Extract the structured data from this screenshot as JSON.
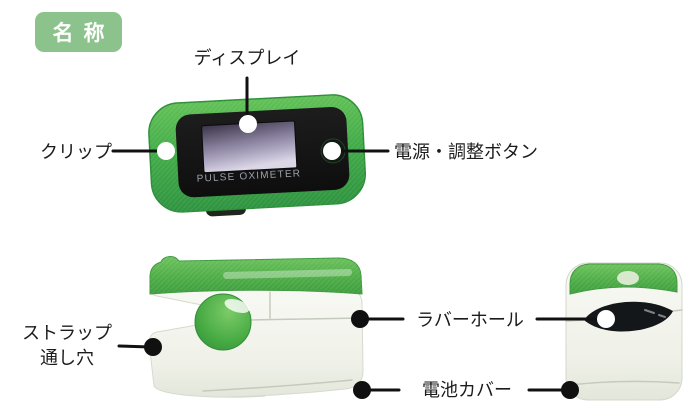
{
  "badge": {
    "label": "名称"
  },
  "labels": {
    "display": "ディスプレイ",
    "clip": "クリップ",
    "power_button": "電源・調整ボタン",
    "strap_hole": "ストラップ\n通し穴",
    "rubber_hole": "ラバーホール",
    "battery_cover": "電池カバー"
  },
  "device": {
    "brand_text": "PULSE OXIMETER"
  },
  "colors": {
    "badge-green": "#8cc28c",
    "device-green": "#43ac49",
    "device-green-dark": "#2e8f3a",
    "cap-green": "#4fae47",
    "panel-black": "#161616",
    "screen-purple-dark": "#3a3448",
    "screen-purple-light": "#dcd7e6",
    "body-white": "#f3f4ee",
    "label-text": "#1b1b1b",
    "callout-line": "#111111",
    "brand-text": "#9ba2ab"
  }
}
